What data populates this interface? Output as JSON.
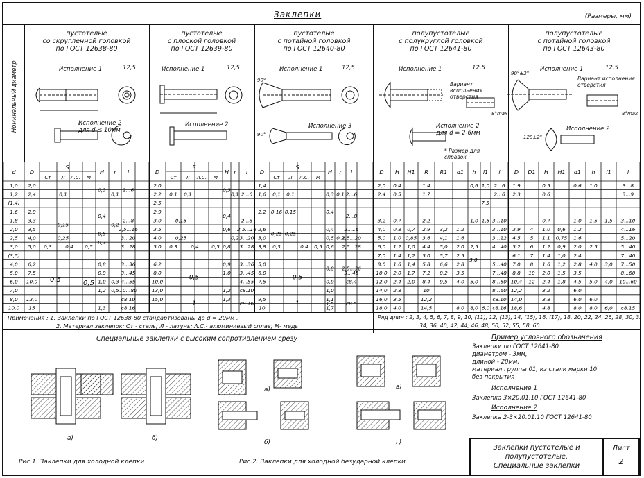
{
  "title": "Заклепки",
  "units": "(Размеры, мм)",
  "side_label": "Номинальный диаметр",
  "groups": [
    {
      "title": "пустотелые\nсо скругленной головкой\nпо ГОСТ 12638-80",
      "ispol1": "Исполнение 1",
      "ispol2": "Исполнение 2\nдля d ≤ 10мм",
      "rough": "12,5"
    },
    {
      "title": "пустотелые\nс плоской головкой\nпо ГОСТ 12639-80",
      "ispol1": "Исполнение 1",
      "ispol2": "Исполнение 2",
      "rough": "12,5"
    },
    {
      "title": "пустотелые\nс потайной головкой\nпо ГОСТ 12640-80",
      "ispol1": "Исполнение 1",
      "ispol2": "Исполнение 3",
      "rough": "12,5"
    },
    {
      "title": "полупустотелые\nс полукруглой головкой\nпо ГОСТ 12641-80",
      "ispol1": "Исполнение 1",
      "ispol2": "Исполнение 2\nдля d = 2-6мм",
      "rough": "12,5"
    },
    {
      "title": "полупустотелые\nс потайной головкой\nпо ГОСТ 12643-80",
      "ispol1": "Исполнение 1",
      "ispol2": "Исполнение 2",
      "rough": "12,5"
    }
  ],
  "drawing_labels": {
    "variant": "Вариант исполнения отверстия",
    "h_max": "8°max",
    "size_note": "* Размер для справок",
    "angle90": "90°",
    "angle90b": "90°±2°",
    "angle120": "120±2°"
  },
  "table": {
    "d": [
      "1,0",
      "1,2",
      "(1,4)",
      "1,6",
      "1,8",
      "2,0",
      "2,5",
      "3,0",
      "(3,5)",
      "4,0",
      "5,0",
      "6,0",
      "7,0",
      "8,0",
      "10,0"
    ],
    "s_headers": [
      "Ст",
      "Л",
      "А.С.",
      "М"
    ],
    "g1": {
      "headers": [
        "D",
        "S",
        "H",
        "r",
        "l"
      ],
      "D": [
        "2,0",
        "2,4",
        "",
        "2,9",
        "3,3",
        "3,5",
        "4,0",
        "5,0",
        "",
        "6,2",
        "7,5",
        "10,0",
        "",
        "13,0",
        "15"
      ],
      "S_big": "0,5",
      "S_big2": "0,5",
      "S_rows": [
        "0,1",
        "0,15",
        "0,25"
      ],
      "S_30": [
        "0,3",
        "0,4",
        "0,5"
      ],
      "H": [
        "0,3",
        "0,4",
        "0,5",
        "0,7",
        "0,8",
        "0,9",
        "1,0",
        "1,2",
        "1,3"
      ],
      "r": [
        "0,1",
        "0,2",
        "0,3",
        "0,5"
      ],
      "l": [
        "2...6",
        "2...8",
        "2,5...16",
        "3...20",
        "3...28",
        "3...36",
        "3...45",
        "4...55",
        "10...80",
        "c8.10",
        "c8.16"
      ]
    },
    "g2": {
      "D": [
        "2,0",
        "2,2",
        "2,5",
        "2,9",
        "3,0",
        "3,5",
        "4,0",
        "5,0",
        "6,2",
        "8,0",
        "10,0",
        "13,0",
        "15,0"
      ],
      "S_rows": [
        "0,1",
        "0,1",
        "0,15",
        "0,25"
      ],
      "S_30": [
        "0,3",
        "0,4",
        "0,5"
      ],
      "S_big": "0,5",
      "S_big2": "1",
      "H": [
        "0,3",
        "0,4",
        "0,6",
        "0,8",
        "0,9",
        "1,0",
        "1,2",
        "1,3"
      ],
      "r": [
        "0,1",
        "0,2"
      ],
      "l": [
        "2...6",
        "2...8",
        "2,5...16",
        "3...20",
        "3...28",
        "3...36",
        "3...45",
        "4...55",
        "c8.10",
        "c8.16"
      ]
    },
    "g3": {
      "D": [
        "1,4",
        "1,6",
        "",
        "2,2",
        "",
        "2,6",
        "3,0",
        "3,8",
        "",
        "5,0",
        "6,0",
        "7,5",
        "",
        "9,5",
        "10"
      ],
      "S_rows": [
        "0,1",
        "0,16",
        "0,25"
      ],
      "S_extra": [
        "0,1",
        "0,15",
        "0,25"
      ],
      "S_30": [
        "0,3",
        "0,4",
        "0,5"
      ],
      "S_big": "0,5",
      "S_big2": "1",
      "H": [
        "0,3",
        "0,4",
        "0,4",
        "0,5",
        "0,6",
        "0,8",
        "0,9",
        "1,0",
        "1,1",
        "1,5",
        "1,7"
      ],
      "r": [
        "0,1",
        "0,2"
      ],
      "l": [
        "2...6",
        "2...8",
        "2...16",
        "2,5...20",
        "2,5...28",
        "2,5...36",
        "3...45",
        "c8.4",
        "c8.5"
      ]
    },
    "g4": {
      "headers": [
        "D",
        "H",
        "H1",
        "R",
        "R1",
        "d1",
        "h",
        "l1",
        "l"
      ],
      "rows": [
        [
          "2,0",
          "0,4",
          "",
          "1,4",
          "",
          "",
          "0,6",
          "1,0",
          "2...6"
        ],
        [
          "2,4",
          "0,5",
          "",
          "1,7",
          "",
          "",
          "",
          "",
          "2...6"
        ],
        [
          "3,2",
          "0,7",
          "",
          "2,2",
          "",
          "",
          "1,0",
          "1,5",
          "3...10"
        ],
        [
          "4,0",
          "0,8",
          "0,7",
          "2,9",
          "3,2",
          "1,2",
          "",
          "",
          "3...10"
        ],
        [
          "5,0",
          "1,0",
          "0,85",
          "3,6",
          "4,1",
          "1,6",
          "",
          "",
          "3...12"
        ],
        [
          "6,0",
          "1,2",
          "1,0",
          "4,4",
          "5,0",
          "2,0",
          "2,5",
          "",
          "4...40"
        ],
        [
          "7,0",
          "1,4",
          "1,2",
          "5,0",
          "5,7",
          "2,5",
          "",
          "",
          ""
        ],
        [
          "8,0",
          "1,6",
          "1,4",
          "5,8",
          "6,6",
          "2,8",
          "",
          "",
          "5...40"
        ],
        [
          "10,0",
          "2,0",
          "1,7",
          "7,2",
          "8,2",
          "3,5",
          "",
          "",
          "7...48"
        ],
        [
          "12,0",
          "2,4",
          "2,0",
          "8,4",
          "9,5",
          "4,0",
          "5,0",
          "",
          "8...60"
        ],
        [
          "14,0",
          "2,8",
          "",
          "10",
          "",
          "",
          "",
          "",
          "8...60"
        ],
        [
          "16,0",
          "3,5",
          "",
          "12,2",
          "",
          "",
          "",
          "",
          "c8.10"
        ],
        [
          "18,0",
          "4,0",
          "",
          "14,5",
          "",
          "8,0",
          "8,0",
          "6,0",
          "c8.16"
        ]
      ],
      "l1_col": [
        "7,5",
        "3,0",
        "4,0",
        "6,0"
      ]
    },
    "g5": {
      "headers": [
        "D",
        "D1",
        "H",
        "H1",
        "d1",
        "h",
        "l1",
        "l"
      ],
      "rows": [
        [
          "1,9",
          "",
          "0,5",
          "",
          "0,6",
          "1,0",
          "",
          "3...8"
        ],
        [
          "2,3",
          "",
          "0,6",
          "",
          "",
          "",
          "",
          "3...9"
        ],
        [
          "",
          "",
          "0,7",
          "",
          "1,0",
          "1,5",
          "1,5",
          "3...10"
        ],
        [
          "3,9",
          "4",
          "1,0",
          "0,6",
          "1,2",
          "",
          "",
          "4...16"
        ],
        [
          "4,5",
          "5",
          "1,1",
          "0,75",
          "1,6",
          "",
          "",
          "5...20"
        ],
        [
          "5,2",
          "6",
          "1,2",
          "0,9",
          "2,0",
          "2,5",
          "",
          "5...40"
        ],
        [
          "6,1",
          "7",
          "1,4",
          "1,0",
          "2,4",
          "",
          "",
          "7...40"
        ],
        [
          "7,0",
          "8",
          "1,6",
          "1,2",
          "2,8",
          "4,0",
          "3,0",
          "7...50"
        ],
        [
          "8,8",
          "10",
          "2,0",
          "1,5",
          "3,5",
          "",
          "",
          "8...60"
        ],
        [
          "10,4",
          "12",
          "2,4",
          "1,8",
          "4,5",
          "5,0",
          "4,0",
          "10...60"
        ],
        [
          "12,2",
          "",
          "3,2",
          "",
          "6,0",
          "",
          "",
          ""
        ],
        [
          "14,0",
          "",
          "3,8",
          "",
          "6,0",
          "6,0",
          "",
          ""
        ],
        [
          "18,6",
          "",
          "4,8",
          "",
          "8,0",
          "8,0",
          "6,0",
          "c8.15"
        ]
      ]
    }
  },
  "notes": {
    "n1": "Примечания : 1. Заклепки по ГОСТ 12638-80 стандартизованы до d = 20мм .",
    "n2": "2. Материал заклепок: Ст - сталь; Л - латунь; А.С.- алюминиевый сплав; М- медь",
    "row_lengths": "Ряд длин : 2, 3, 4, 5, 6, 7, 8, 9, 10, (11), 12, (13), 14, (15), 16, (17), 18, 20, 22, 24, 26, 28, 30, 32,",
    "row_lengths2": "34, 36, 40, 42, 44, 46, 48, 50, 52, 55, 58, 60"
  },
  "special": {
    "title": "Специальные заклепки с высоким сопротивлением срезу",
    "fig1": "Рис.1. Заклепки для холодной клепки",
    "fig2": "Рис.2. Заклепки для холодной безударной клепки",
    "a": "а)",
    "b": "б)",
    "v": "в)",
    "g": "г)"
  },
  "example": {
    "title": "Пример условного обозначения",
    "lines": [
      "Заклепки по ГОСТ 12641-80",
      "диаметром - 3мм,",
      "длиной - 20мм,",
      "материал группы 01, из стали марки 10",
      "без покрытия"
    ],
    "ispol1": "Исполнение 1",
    "ispol1_text": "Заклепка 3×20.01.10 ГОСТ 12641-80",
    "ispol2": "Исполнение 2",
    "ispol2_text": "Заклепка 2-3×20.01.10 ГОСТ 12641-80"
  },
  "stamp": {
    "title1": "Заклепки пустотелые и",
    "title2": "полупустотелые.",
    "title3": "Специальные заклепки",
    "sheet_label": "Лист",
    "sheet_num": "2"
  }
}
